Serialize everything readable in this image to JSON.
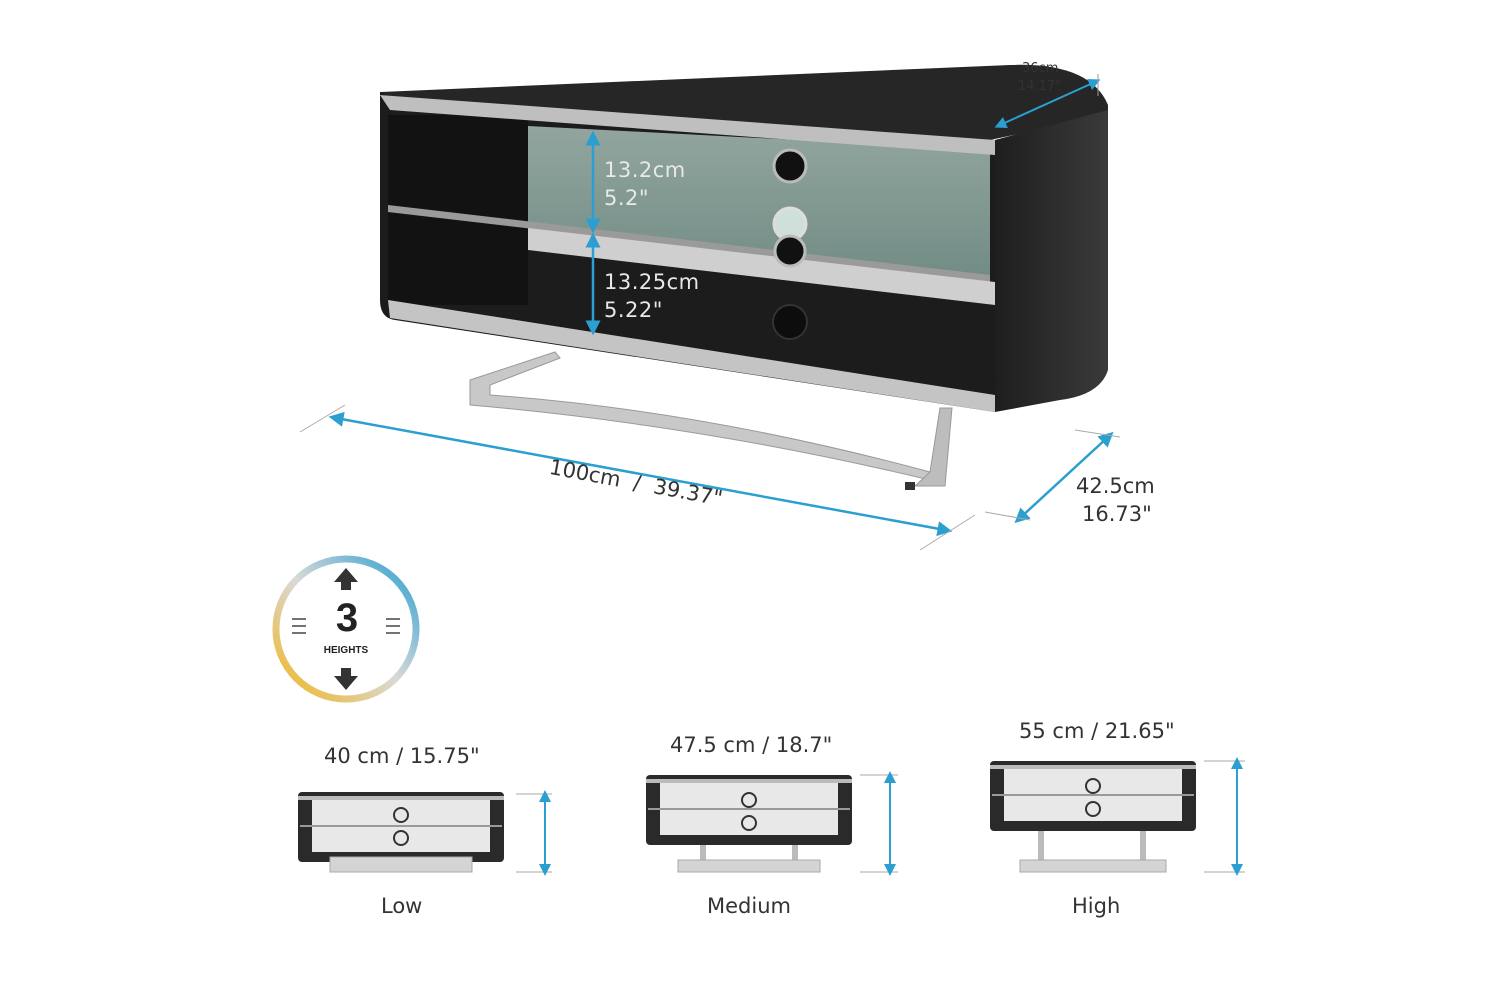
{
  "main_unit": {
    "depth_top": {
      "cm": "36cm",
      "in": "14.17\""
    },
    "upper_shelf": {
      "cm": "13.2cm",
      "in": "5.2\""
    },
    "lower_shelf": {
      "cm": "13.25cm",
      "in": "5.22\""
    },
    "width": {
      "label": "100cm  /  39.37\""
    },
    "depth_base": {
      "cm": "42.5cm",
      "in": "16.73\""
    }
  },
  "badge": {
    "number": "3",
    "text": "HEIGHTS"
  },
  "heights": [
    {
      "dim": "40 cm / 15.75\"",
      "caption": "Low"
    },
    {
      "dim": "47.5 cm / 18.7\"",
      "caption": "Medium"
    },
    {
      "dim": "55 cm / 21.65\"",
      "caption": "High"
    }
  ],
  "colors": {
    "dimension_line": "#2a9fd0",
    "cabinet": "#2b2b2b",
    "frame": "#bdbdbd"
  }
}
